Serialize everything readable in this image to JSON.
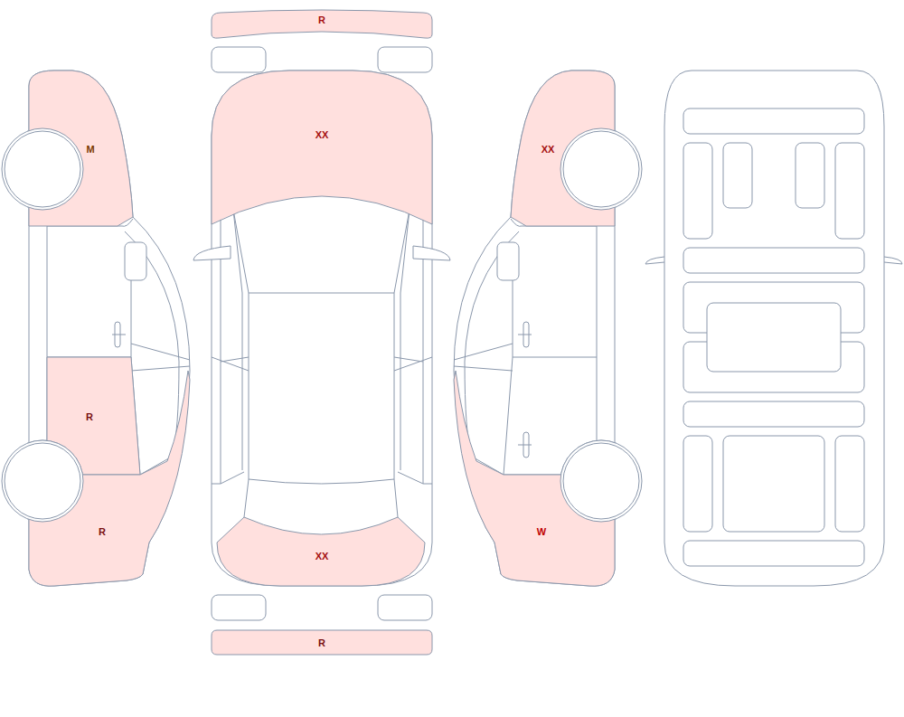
{
  "diagram": {
    "nodes": [
      {
        "text": [
          "R"
        ]
      },
      {
        "text": [
          "XX"
        ]
      },
      {
        "text": [
          "M"
        ]
      },
      {
        "text": [
          "XX"
        ]
      },
      {
        "text": [
          "R"
        ]
      },
      {
        "text": [
          "R"
        ]
      },
      {
        "text": [
          "W"
        ]
      },
      {
        "text": [
          "XX"
        ]
      },
      {
        "text": [
          "R"
        ]
      }
    ]
  }
}
